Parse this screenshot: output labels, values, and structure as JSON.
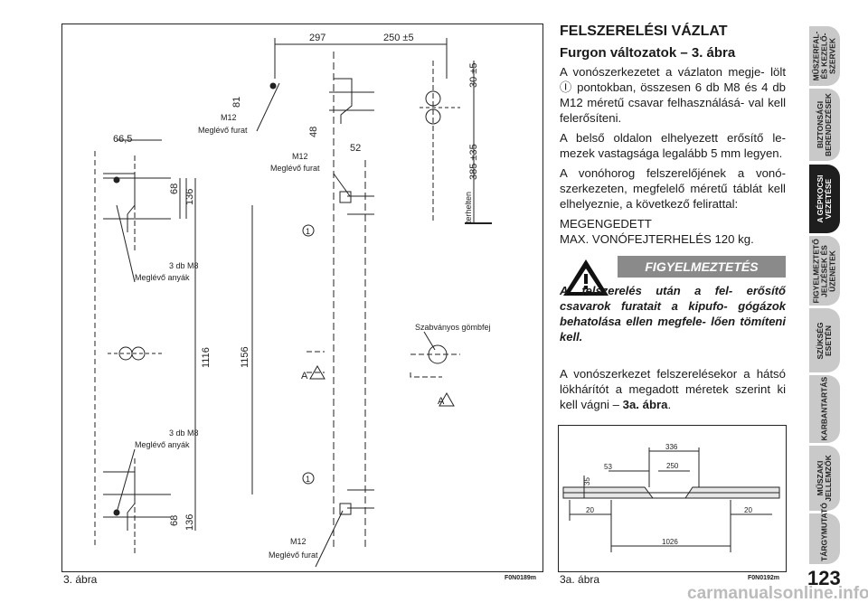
{
  "fig3": {
    "caption": "3. ábra",
    "code": "F0N0189m",
    "dims": {
      "d297": "297",
      "d250": "250 ±5",
      "d30": "30 ±5",
      "d81": "81",
      "d48": "48",
      "d52": "52",
      "d385": "385 ±35",
      "d665": "66,5",
      "d68a": "68",
      "d136a": "136",
      "d1116": "1116",
      "d1156": "1156",
      "d68b": "68",
      "d136b": "136"
    },
    "labels": {
      "m12_1": "M12",
      "furat_1": "Meglévő furat",
      "m12_2": "M12",
      "furat_2": "Meglévő furat",
      "m12_3": "M12",
      "furat_3": "Meglévő furat",
      "m8_1": "3 db M8",
      "anyak_1": "Meglévő anyák",
      "m8_2": "3 db M8",
      "anyak_2": "Meglévő anyák",
      "gombfej": "Szabványos gömbfej",
      "terhelten": "terhelten",
      "A1": "A",
      "A2": "A",
      "c1": "1",
      "c2": "1"
    }
  },
  "fig3a": {
    "caption": "3a. ábra",
    "code": "F0N0192m",
    "dims": {
      "d336": "336",
      "d250": "250",
      "d53": "53",
      "d35": "35",
      "d20a": "20",
      "d20b": "20",
      "d1026": "1026"
    }
  },
  "text": {
    "title": "FELSZERELÉSI VÁZLAT",
    "subtitle": "Furgon változatok – 3. ábra",
    "p1": "A vonószerkezetet a vázlaton megje- lölt Ⓘ pontokban, összesen 6 db M8 és 4 db M12 méretű csavar felhasználásá- val kell felerősíteni.",
    "p2": "A belső oldalon elhelyezett erősítő le- mezek vastagsága legalább 5 mm legyen.",
    "p3": "A vonóhorog felszerelőjének a vonó- szerkezeten, megfelelő méretű táblát kell elhelyeznie, a következő felirattal:",
    "p4a": "MEGENGEDETT",
    "p4b": "MAX. VONÓFEJTERHELÉS 120 kg.",
    "warn_title": "FIGYELMEZTETÉS",
    "warn_text": "A felszerelés után a fel- erősítő csavarok furatait a kipufo- gógázok behatolása ellen megfele- lően tömíteni kell.",
    "p5a": "A vonószerkezet felszerelésekor a hátsó lökhárítót a megadott méretek szerint ki kell vágni – ",
    "p5b": "3a. ábra",
    "p5c": "."
  },
  "tabs": [
    {
      "label": "MŰSZERFAL- ÉS KEZELŐ- SZERVEK",
      "active": false
    },
    {
      "label": "BIZTONSÁGI BERENDEZÉSEK",
      "active": false
    },
    {
      "label": "A GÉPKOCSI VEZETÉSE",
      "active": true
    },
    {
      "label": "FIGYELMEZTETŐ JELZÉSEK ÉS ÜZENETEK",
      "active": false
    },
    {
      "label": "SZÜKSÉG ESETÉN",
      "active": false
    },
    {
      "label": "KARBANTARTÁS",
      "active": false
    },
    {
      "label": "MŰSZAKI JELLEMZŐK",
      "active": false
    },
    {
      "label": "TÁRGYMUTATÓ",
      "active": false
    }
  ],
  "page_number": "123",
  "watermark": "carmanualsonline.info",
  "colors": {
    "tab_bg": "#c9c9c9",
    "tab_active_bg": "#1e1e1e",
    "warn_bar": "#8a8a8a"
  }
}
